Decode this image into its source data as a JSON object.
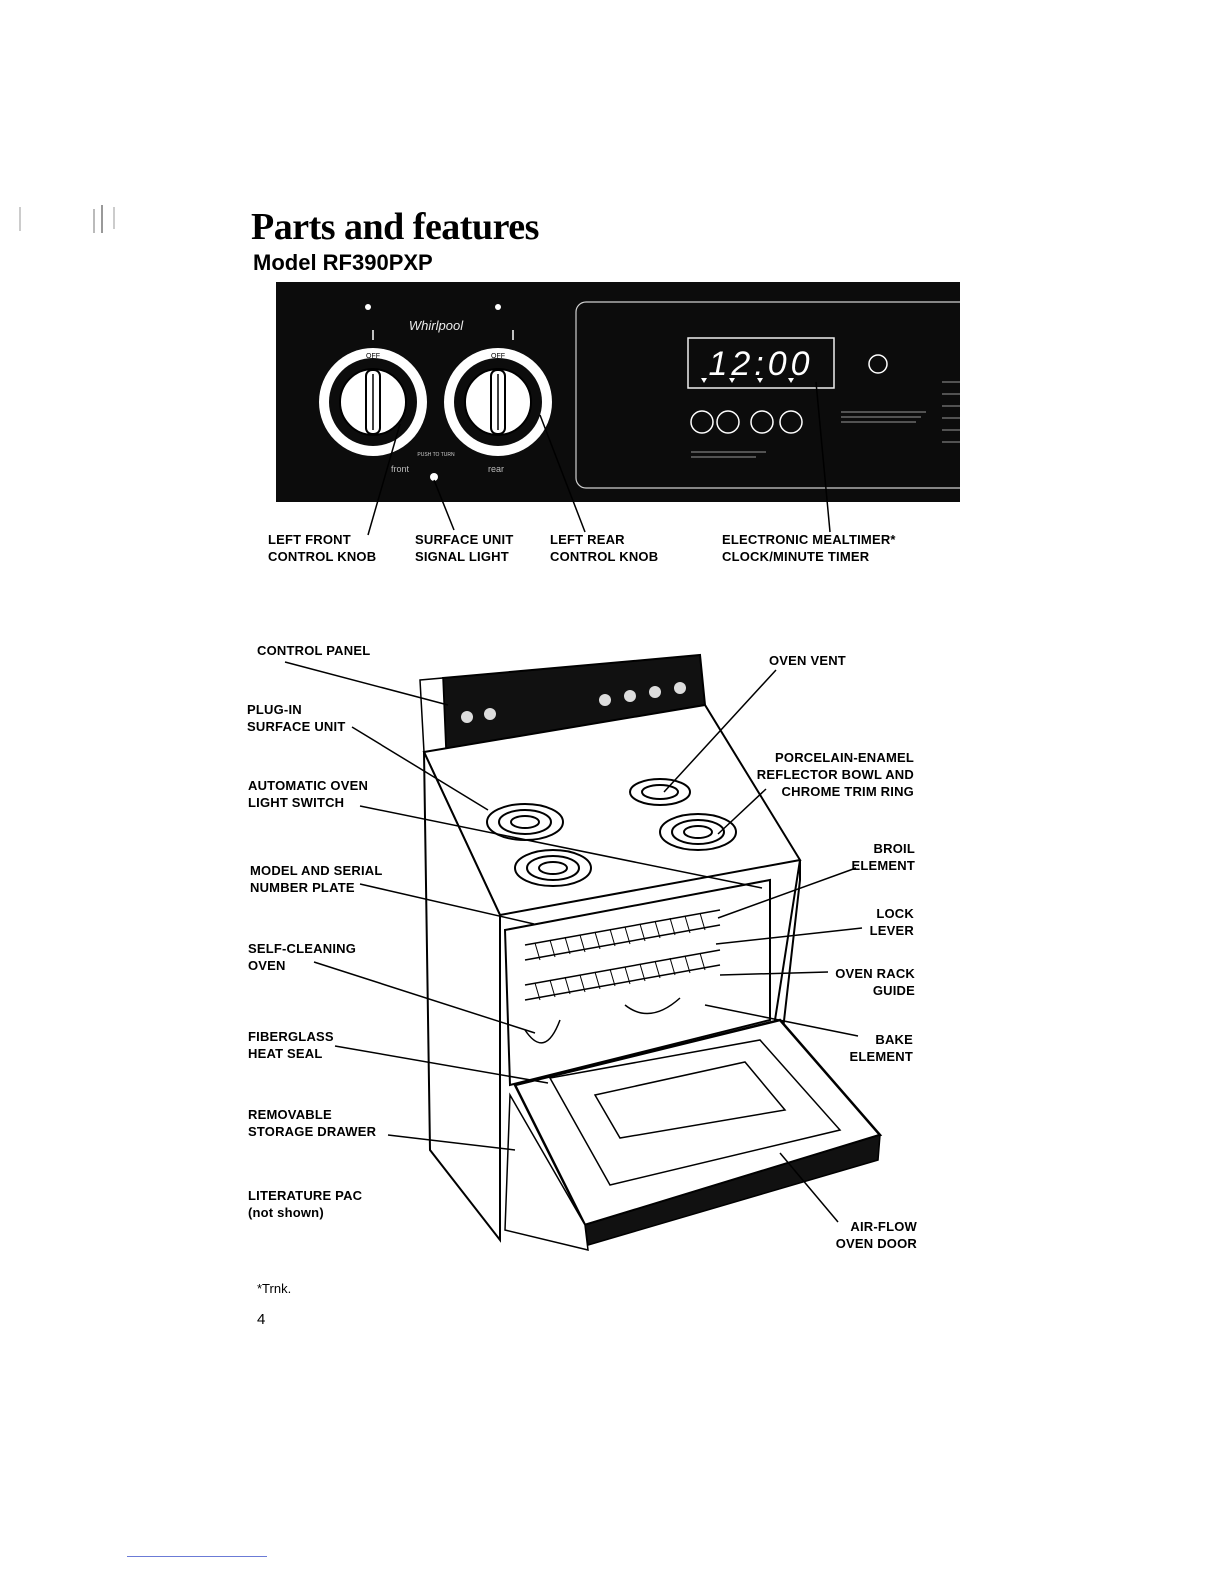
{
  "page": {
    "title": "Parts and features",
    "subtitle": "Model RF390PXP",
    "footnote": "*Trnk.",
    "page_number": "4"
  },
  "control_panel": {
    "brand": "Whirlpool",
    "clock_display": "12:00",
    "knob_labels": {
      "front": "front",
      "rear": "rear"
    },
    "push_to_turn": "PUSH TO TURN"
  },
  "callouts_top": {
    "left_front_knob": [
      "LEFT FRONT",
      "CONTROL KNOB"
    ],
    "signal_light": [
      "SURFACE UNIT",
      "SIGNAL LIGHT"
    ],
    "left_rear_knob": [
      "LEFT REAR",
      "CONTROL KNOB"
    ],
    "mealtimer": [
      "ELECTRONIC MEALTIMER*",
      "CLOCK/MINUTE TIMER"
    ]
  },
  "callouts_left": {
    "control_panel": "CONTROL PANEL",
    "plug_in": [
      "PLUG-IN",
      "SURFACE UNIT"
    ],
    "light_switch": [
      "AUTOMATIC OVEN",
      "LIGHT SWITCH"
    ],
    "model_plate": [
      "MODEL AND SERIAL",
      "NUMBER PLATE"
    ],
    "self_cleaning": [
      "SELF-CLEANING",
      "OVEN"
    ],
    "fiberglass": [
      "FIBERGLASS",
      "HEAT SEAL"
    ],
    "drawer": [
      "REMOVABLE",
      "STORAGE DRAWER"
    ],
    "literature": [
      "LITERATURE PAC",
      "(not shown)"
    ]
  },
  "callouts_right": {
    "oven_vent": "OVEN VENT",
    "reflector": [
      "PORCELAIN-ENAMEL",
      "REFLECTOR BOWL AND",
      "CHROME TRIM RING"
    ],
    "broil": [
      "BROIL",
      "ELEMENT"
    ],
    "lock": [
      "LOCK",
      "LEVER"
    ],
    "rack_guide": [
      "OVEN RACK",
      "GUIDE"
    ],
    "bake": [
      "BAKE",
      "ELEMENT"
    ],
    "door": [
      "AIR-FLOW",
      "OVEN DOOR"
    ]
  }
}
